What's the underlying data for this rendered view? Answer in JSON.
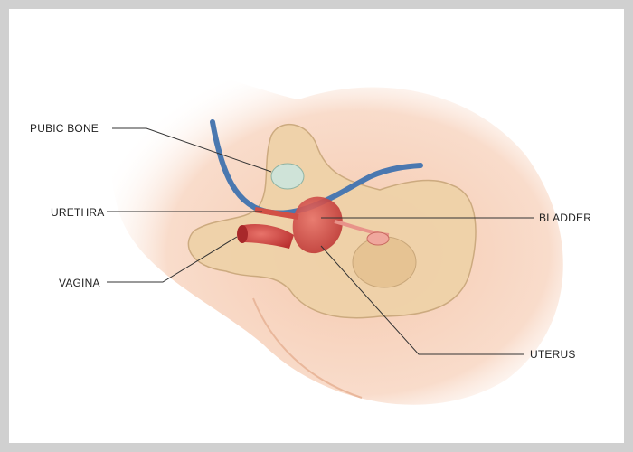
{
  "labels": {
    "pubic_bone": "PUBIC BONE",
    "urethra": "URETHRA",
    "vagina": "VAGINA",
    "bladder": "BLADDER",
    "uterus": "UTERUS"
  },
  "colors": {
    "skin": "#f6d3bd",
    "bone": "#efd2a8",
    "catheter": "#4a78b0",
    "organ": "#d9534f",
    "balloon": "#cfe3d8"
  }
}
